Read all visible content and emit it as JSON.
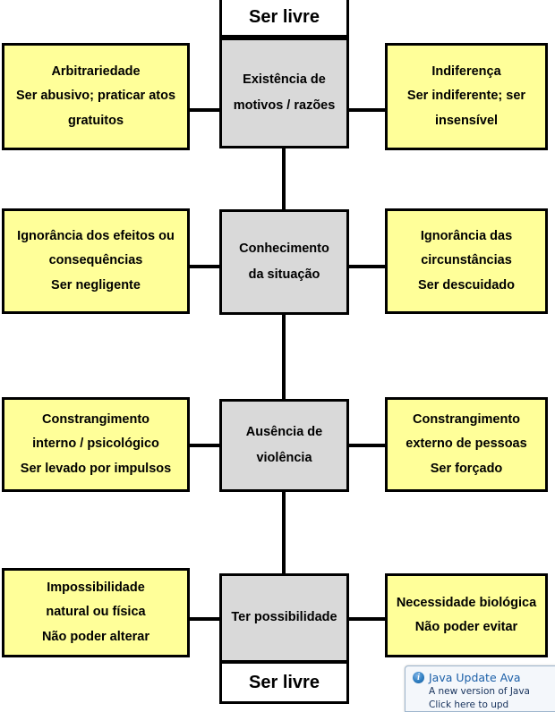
{
  "diagram": {
    "title_top": "Ser livre",
    "title_bottom": "Ser livre",
    "rows": [
      {
        "left": {
          "line1": "Arbitrariedade",
          "line2": "Ser abusivo; praticar atos",
          "line3": "gratuitos"
        },
        "center": {
          "line1": "Existência de",
          "line2": "motivos / razões"
        },
        "right": {
          "line1": "Indiferença",
          "line2": "Ser indiferente; ser",
          "line3": "insensível"
        }
      },
      {
        "left": {
          "line1": "Ignorância dos efeitos ou",
          "line2": "consequências",
          "line3": "Ser negligente"
        },
        "center": {
          "line1": "Conhecimento",
          "line2": "da situação"
        },
        "right": {
          "line1": "Ignorância das",
          "line2": "circunstâncias",
          "line3": "Ser descuidado"
        }
      },
      {
        "left": {
          "line1": "Constrangimento",
          "line2": "interno / psicológico",
          "line3": "Ser levado por impulsos"
        },
        "center": {
          "line1": "Ausência de",
          "line2": "violência"
        },
        "right": {
          "line1": "Constrangimento",
          "line2": "externo de pessoas",
          "line3": "Ser forçado"
        }
      },
      {
        "left": {
          "line1": "Impossibilidade",
          "line2": "natural ou física",
          "line3": "Não poder alterar"
        },
        "center": {
          "line1": "Ter possibilidade"
        },
        "right": {
          "line1": "Necessidade biológica",
          "line2": "Não poder evitar"
        }
      }
    ],
    "colors": {
      "side_fill": "#ffff99",
      "center_fill": "#d9d9d9",
      "terminal_fill": "#ffffff",
      "stroke": "#000000"
    }
  },
  "java_popup": {
    "icon": "info-icon",
    "title": "Java Update Ava",
    "body_line1": "A new version of Java",
    "body_line2": "Click here to upd",
    "title_color": "#1b5fa8"
  }
}
